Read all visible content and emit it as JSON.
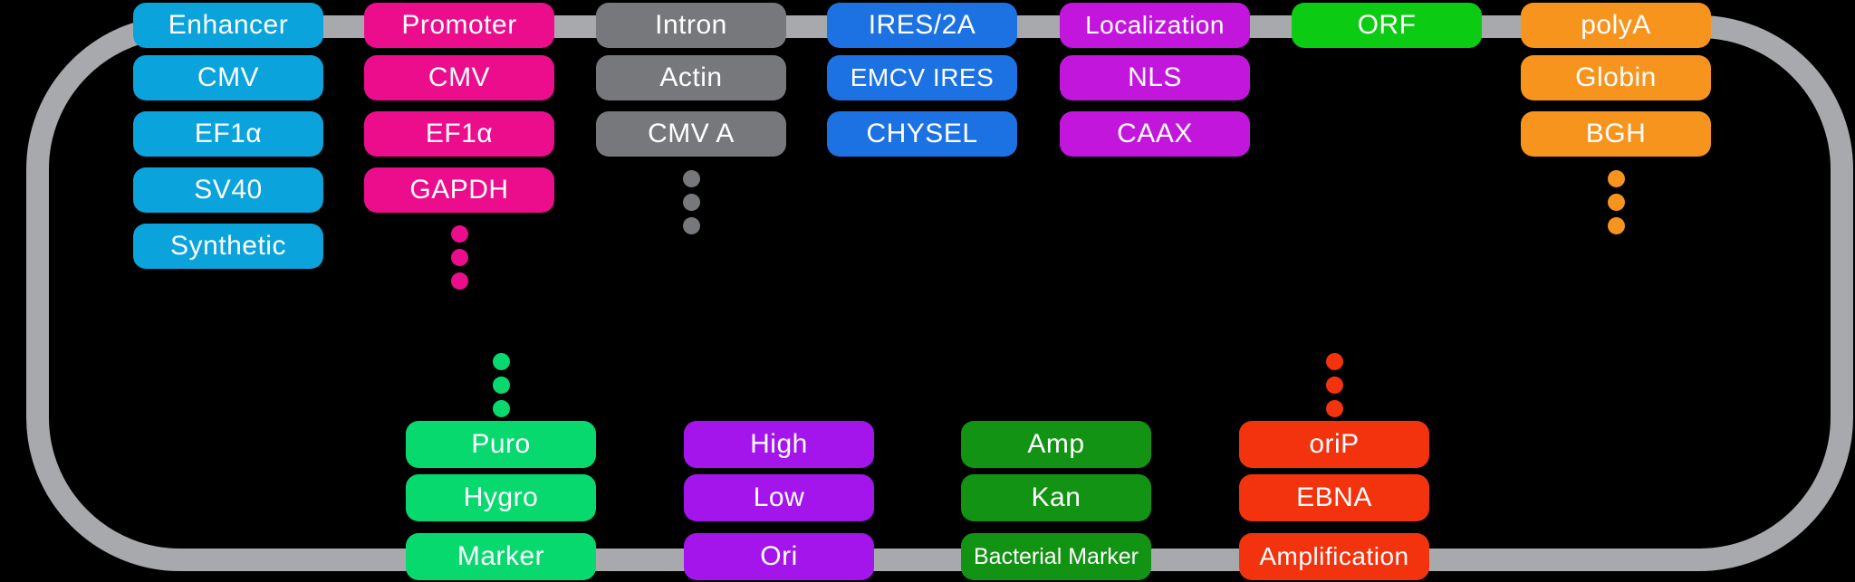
{
  "diagram_title": "plasmid-vector-element-map",
  "backbone": {
    "color": "#A7A9AC",
    "shape": "rounded-rectangle"
  },
  "background_color": "#000000",
  "text_color": "#FFFFFF",
  "top_columns": [
    {
      "header": "Enhancer",
      "color": "#0BA3DC",
      "items": [
        "CMV",
        "EF1α",
        "SV40",
        "Synthetic"
      ],
      "has_more_dots": false
    },
    {
      "header": "Promoter",
      "color": "#EB0D8C",
      "items": [
        "CMV",
        "EF1α",
        "GAPDH"
      ],
      "has_more_dots": true
    },
    {
      "header": "Intron",
      "color": "#77787B",
      "items": [
        "Actin",
        "CMV A"
      ],
      "has_more_dots": true
    },
    {
      "header": "IRES/2A",
      "color": "#1D72E3",
      "items": [
        "EMCV IRES",
        "CHYSEL"
      ],
      "has_more_dots": false
    },
    {
      "header": "Localization",
      "color": "#C316DD",
      "items": [
        "NLS",
        "CAAX"
      ],
      "has_more_dots": false
    },
    {
      "header": "ORF",
      "color": "#0BCB13",
      "items": [],
      "has_more_dots": false
    },
    {
      "header": "polyA",
      "color": "#F7941E",
      "items": [
        "Globin",
        "BGH"
      ],
      "has_more_dots": true
    }
  ],
  "bottom_columns": [
    {
      "header": "Marker",
      "color": "#08D96F",
      "items": [
        "Puro",
        "Hygro"
      ],
      "has_more_dots": true
    },
    {
      "header": "Ori",
      "color": "#A315EB",
      "items": [
        "High",
        "Low"
      ],
      "has_more_dots": false
    },
    {
      "header": "Bacterial Marker",
      "color": "#129313",
      "items": [
        "Amp",
        "Kan"
      ],
      "has_more_dots": false
    },
    {
      "header": "Amplification",
      "color": "#F2330E",
      "items": [
        "oriP",
        "EBNA"
      ],
      "has_more_dots": true
    }
  ]
}
